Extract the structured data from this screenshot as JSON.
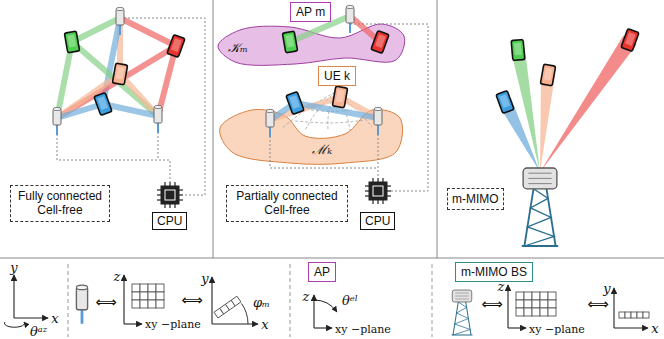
{
  "diagram": {
    "nodes": [
      {
        "text": [
          "Fully connected Cell-free"
        ]
      },
      {
        "text": [
          "CPU"
        ]
      },
      {
        "text": [
          "AP m"
        ]
      },
      {
        "text": [
          "UE k"
        ]
      },
      {
        "text": [
          "Partially connected Cell-free"
        ]
      },
      {
        "text": [
          "CPU"
        ]
      },
      {
        "text": [
          "m-MIMO"
        ]
      },
      {
        "text": [
          "AP"
        ]
      },
      {
        "text": [
          "m-MIMO BS"
        ]
      }
    ],
    "labels": [
      "𝒦ₘ",
      "ℳₖ",
      "y",
      "x",
      "θᵃᶻ",
      "⟺",
      "z",
      "xy −plane",
      "⟺",
      "y",
      "φₘ",
      "x",
      "z",
      "θᵉˡ",
      "xy −plane",
      "⟺",
      "z",
      "xy −plane",
      "⟺",
      "y",
      "x"
    ]
  }
}
